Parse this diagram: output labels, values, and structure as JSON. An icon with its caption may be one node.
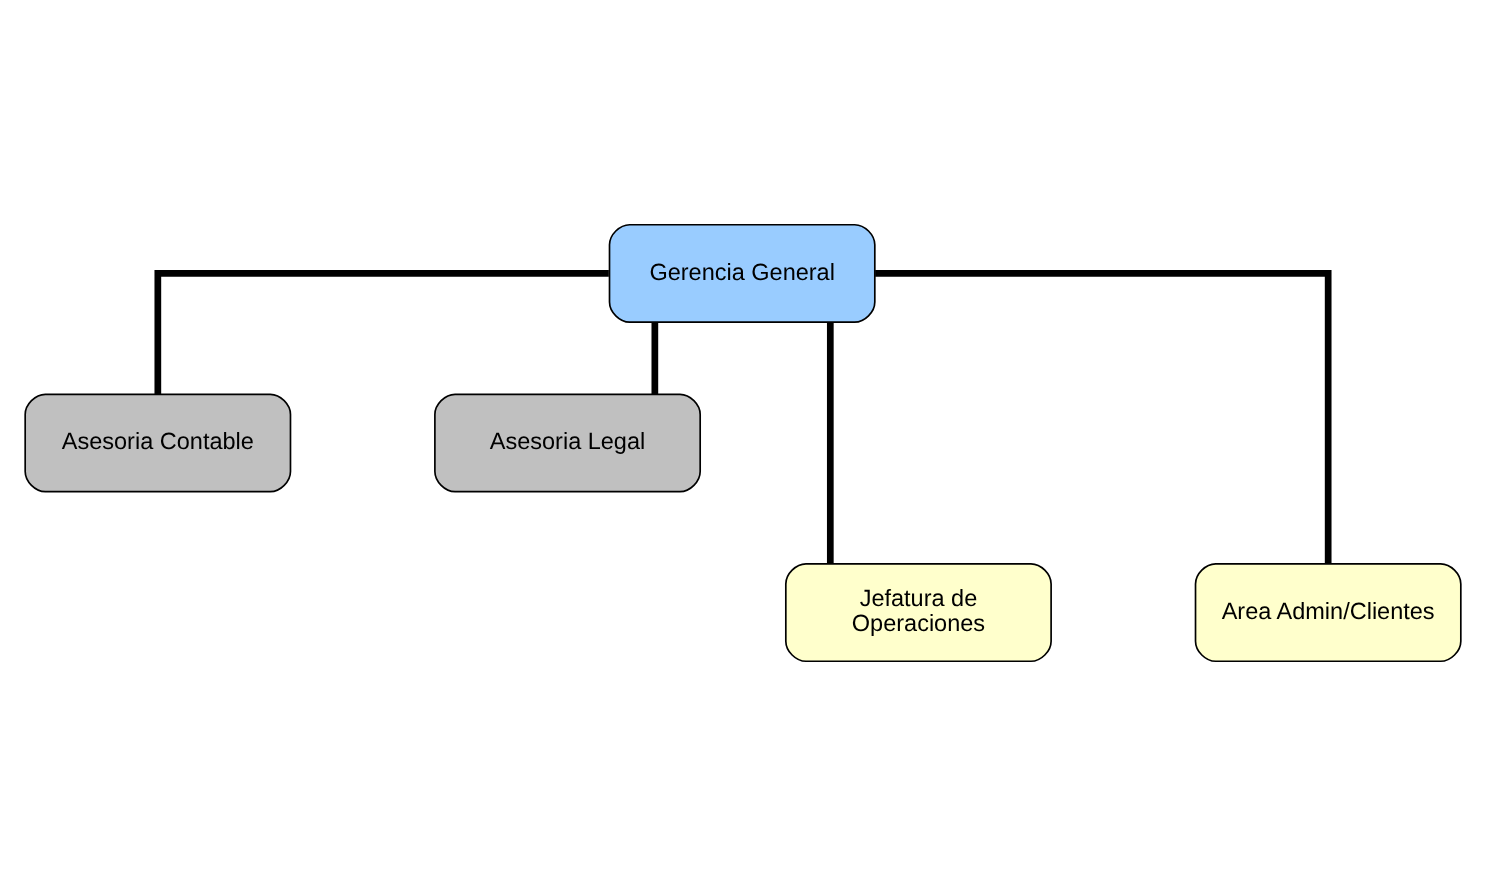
{
  "diagram": {
    "nodes": [
      {
        "text": [
          "Gerencia General"
        ]
      },
      {
        "text": [
          "Asesoria Contable"
        ]
      },
      {
        "text": [
          "Asesoria Legal"
        ]
      },
      {
        "text": [
          "Jefatura de Operaciones"
        ]
      },
      {
        "text": [
          "Area Admin/Clientes"
        ]
      }
    ],
    "edges": [
      {
        "from": 0,
        "to": 1,
        "arrow": "none"
      },
      {
        "from": 0,
        "to": 2,
        "arrow": "none"
      },
      {
        "from": 0,
        "to": 3,
        "arrow": "none"
      },
      {
        "from": 0,
        "to": 4,
        "arrow": "none"
      }
    ]
  }
}
